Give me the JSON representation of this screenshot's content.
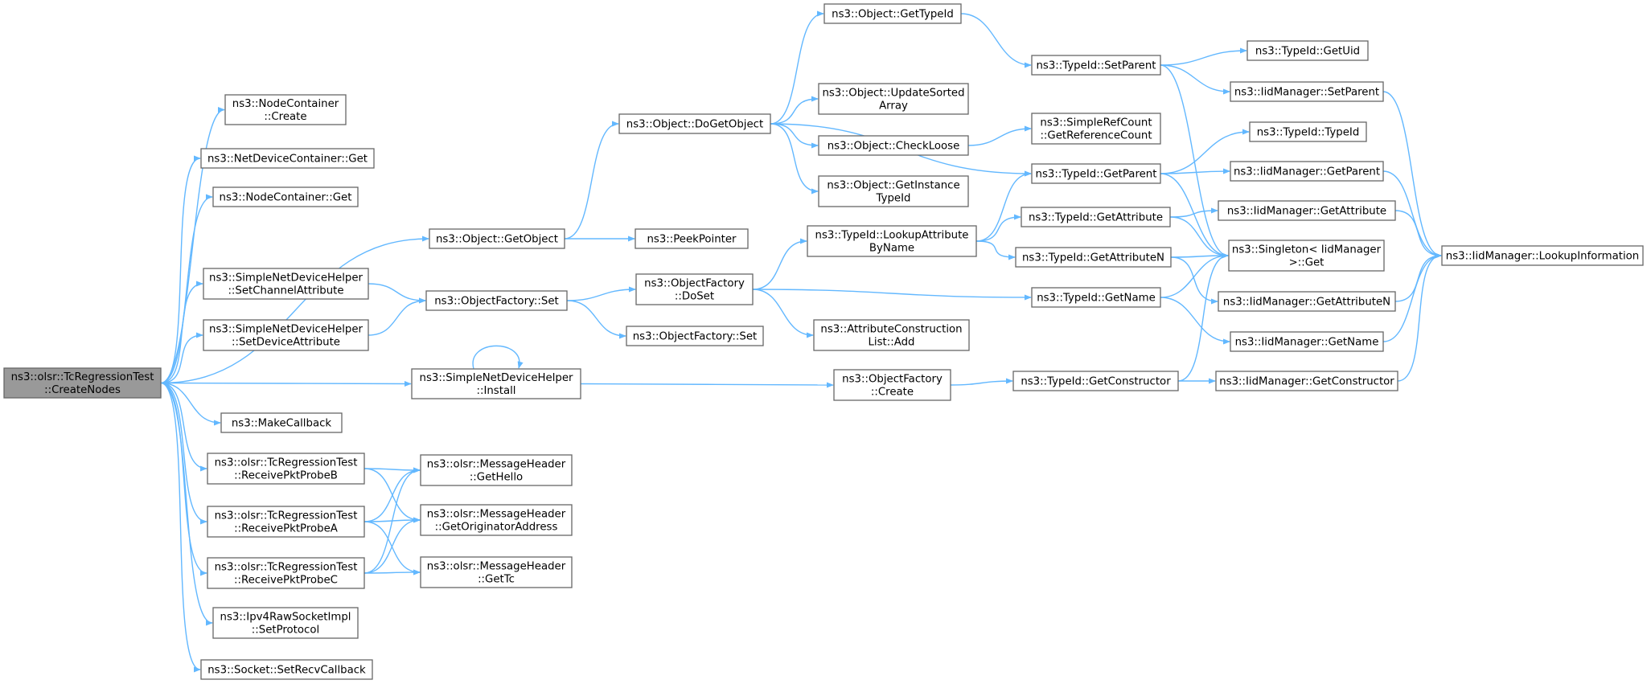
{
  "diagram": {
    "type": "call-graph",
    "colors": {
      "edge": "#63b8ff",
      "node_border": "#666666",
      "root_fill": "#999999",
      "node_fill": "#ffffff"
    },
    "nodes": [
      {
        "id": "root",
        "lines": [
          "ns3::olsr::TcRegressionTest",
          "::CreateNodes"
        ],
        "root": true
      },
      {
        "id": "nc_create",
        "lines": [
          "ns3::NodeContainer",
          "::Create"
        ]
      },
      {
        "id": "ndc_get",
        "lines": [
          "ns3::NetDeviceContainer::Get"
        ]
      },
      {
        "id": "nc_get",
        "lines": [
          "ns3::NodeContainer::Get"
        ]
      },
      {
        "id": "snd_setchan",
        "lines": [
          "ns3::SimpleNetDeviceHelper",
          "::SetChannelAttribute"
        ]
      },
      {
        "id": "snd_setdev",
        "lines": [
          "ns3::SimpleNetDeviceHelper",
          "::SetDeviceAttribute"
        ]
      },
      {
        "id": "make_cb",
        "lines": [
          "ns3::MakeCallback"
        ]
      },
      {
        "id": "rpb",
        "lines": [
          "ns3::olsr::TcRegressionTest",
          "::ReceivePktProbeB"
        ]
      },
      {
        "id": "rpa",
        "lines": [
          "ns3::olsr::TcRegressionTest",
          "::ReceivePktProbeA"
        ]
      },
      {
        "id": "rpc",
        "lines": [
          "ns3::olsr::TcRegressionTest",
          "::ReceivePktProbeC"
        ]
      },
      {
        "id": "ipv4_setproto",
        "lines": [
          "ns3::Ipv4RawSocketImpl",
          "::SetProtocol"
        ]
      },
      {
        "id": "sock_setrecv",
        "lines": [
          "ns3::Socket::SetRecvCallback"
        ]
      },
      {
        "id": "obj_getobject",
        "lines": [
          "ns3::Object::GetObject"
        ]
      },
      {
        "id": "of_set",
        "lines": [
          "ns3::ObjectFactory::Set"
        ]
      },
      {
        "id": "snd_install",
        "lines": [
          "ns3::SimpleNetDeviceHelper",
          "::Install"
        ]
      },
      {
        "id": "mh_gethello",
        "lines": [
          "ns3::olsr::MessageHeader",
          "::GetHello"
        ]
      },
      {
        "id": "mh_getorig",
        "lines": [
          "ns3::olsr::MessageHeader",
          "::GetOriginatorAddress"
        ]
      },
      {
        "id": "mh_gettc",
        "lines": [
          "ns3::olsr::MessageHeader",
          "::GetTc"
        ]
      },
      {
        "id": "obj_dogetobject",
        "lines": [
          "ns3::Object::DoGetObject"
        ]
      },
      {
        "id": "peekpointer",
        "lines": [
          "ns3::PeekPointer"
        ]
      },
      {
        "id": "of_doset",
        "lines": [
          "ns3::ObjectFactory",
          "::DoSet"
        ]
      },
      {
        "id": "of_set2",
        "lines": [
          "ns3::ObjectFactory::Set"
        ]
      },
      {
        "id": "of_create",
        "lines": [
          "ns3::ObjectFactory",
          "::Create"
        ]
      },
      {
        "id": "obj_gettypeid",
        "lines": [
          "ns3::Object::GetTypeId"
        ]
      },
      {
        "id": "obj_updatesorted",
        "lines": [
          "ns3::Object::UpdateSorted",
          "Array"
        ]
      },
      {
        "id": "obj_checkloose",
        "lines": [
          "ns3::Object::CheckLoose"
        ]
      },
      {
        "id": "obj_getinstance",
        "lines": [
          "ns3::Object::GetInstance",
          "TypeId"
        ]
      },
      {
        "id": "tid_lookupattr",
        "lines": [
          "ns3::TypeId::LookupAttribute",
          "ByName"
        ]
      },
      {
        "id": "acl_add",
        "lines": [
          "ns3::AttributeConstruction",
          "List::Add"
        ]
      },
      {
        "id": "tid_setparent",
        "lines": [
          "ns3::TypeId::SetParent"
        ]
      },
      {
        "id": "src_getrefcount",
        "lines": [
          "ns3::SimpleRefCount",
          "::GetReferenceCount"
        ]
      },
      {
        "id": "tid_getparent",
        "lines": [
          "ns3::TypeId::GetParent"
        ]
      },
      {
        "id": "tid_getattribute",
        "lines": [
          "ns3::TypeId::GetAttribute"
        ]
      },
      {
        "id": "tid_getattributen",
        "lines": [
          "ns3::TypeId::GetAttributeN"
        ]
      },
      {
        "id": "tid_getname",
        "lines": [
          "ns3::TypeId::GetName"
        ]
      },
      {
        "id": "tid_getconstructor",
        "lines": [
          "ns3::TypeId::GetConstructor"
        ]
      },
      {
        "id": "tid_getuid",
        "lines": [
          "ns3::TypeId::GetUid"
        ]
      },
      {
        "id": "iid_setparent",
        "lines": [
          "ns3::IidManager::SetParent"
        ]
      },
      {
        "id": "tid_typeid",
        "lines": [
          "ns3::TypeId::TypeId"
        ]
      },
      {
        "id": "iid_getparent",
        "lines": [
          "ns3::IidManager::GetParent"
        ]
      },
      {
        "id": "iid_getattribute",
        "lines": [
          "ns3::IidManager::GetAttribute"
        ]
      },
      {
        "id": "singleton_get",
        "lines": [
          "ns3::Singleton< IidManager",
          " >::Get"
        ]
      },
      {
        "id": "iid_getattributen",
        "lines": [
          "ns3::IidManager::GetAttributeN"
        ]
      },
      {
        "id": "iid_getname",
        "lines": [
          "ns3::IidManager::GetName"
        ]
      },
      {
        "id": "iid_getconstructor",
        "lines": [
          "ns3::IidManager::GetConstructor"
        ]
      },
      {
        "id": "iid_lookupinfo",
        "lines": [
          "ns3::IidManager::LookupInformation"
        ]
      }
    ],
    "edges": [
      [
        "root",
        "nc_create"
      ],
      [
        "root",
        "ndc_get"
      ],
      [
        "root",
        "nc_get"
      ],
      [
        "root",
        "obj_getobject"
      ],
      [
        "root",
        "snd_setchan"
      ],
      [
        "root",
        "snd_setdev"
      ],
      [
        "root",
        "snd_install"
      ],
      [
        "root",
        "make_cb"
      ],
      [
        "root",
        "rpb"
      ],
      [
        "root",
        "rpa"
      ],
      [
        "root",
        "rpc"
      ],
      [
        "root",
        "ipv4_setproto"
      ],
      [
        "root",
        "sock_setrecv"
      ],
      [
        "obj_getobject",
        "obj_dogetobject"
      ],
      [
        "obj_getobject",
        "peekpointer"
      ],
      [
        "snd_setchan",
        "of_set"
      ],
      [
        "snd_setdev",
        "of_set"
      ],
      [
        "of_set",
        "of_doset"
      ],
      [
        "of_set",
        "of_set2"
      ],
      [
        "snd_install",
        "snd_install"
      ],
      [
        "snd_install",
        "of_create"
      ],
      [
        "rpb",
        "mh_gethello"
      ],
      [
        "rpb",
        "mh_getorig"
      ],
      [
        "rpa",
        "mh_gethello"
      ],
      [
        "rpa",
        "mh_getorig"
      ],
      [
        "rpa",
        "mh_gettc"
      ],
      [
        "rpc",
        "mh_gethello"
      ],
      [
        "rpc",
        "mh_getorig"
      ],
      [
        "rpc",
        "mh_gettc"
      ],
      [
        "obj_dogetobject",
        "obj_gettypeid"
      ],
      [
        "obj_dogetobject",
        "tid_getparent"
      ],
      [
        "obj_dogetobject",
        "obj_updatesorted"
      ],
      [
        "obj_dogetobject",
        "obj_checkloose"
      ],
      [
        "obj_dogetobject",
        "obj_getinstance"
      ],
      [
        "obj_gettypeid",
        "tid_setparent"
      ],
      [
        "obj_checkloose",
        "src_getrefcount"
      ],
      [
        "of_doset",
        "tid_lookupattr"
      ],
      [
        "of_doset",
        "tid_getname"
      ],
      [
        "of_doset",
        "acl_add"
      ],
      [
        "tid_lookupattr",
        "tid_getparent"
      ],
      [
        "tid_lookupattr",
        "tid_getattribute"
      ],
      [
        "tid_lookupattr",
        "tid_getattributen"
      ],
      [
        "of_create",
        "tid_getconstructor"
      ],
      [
        "tid_setparent",
        "tid_getuid"
      ],
      [
        "tid_setparent",
        "iid_setparent"
      ],
      [
        "tid_setparent",
        "singleton_get"
      ],
      [
        "tid_getparent",
        "tid_typeid"
      ],
      [
        "tid_getparent",
        "iid_getparent"
      ],
      [
        "tid_getparent",
        "singleton_get"
      ],
      [
        "tid_getattribute",
        "iid_getattribute"
      ],
      [
        "tid_getattribute",
        "singleton_get"
      ],
      [
        "tid_getattributen",
        "singleton_get"
      ],
      [
        "tid_getattributen",
        "iid_getattributen"
      ],
      [
        "tid_getname",
        "singleton_get"
      ],
      [
        "tid_getname",
        "iid_getname"
      ],
      [
        "tid_getconstructor",
        "singleton_get"
      ],
      [
        "tid_getconstructor",
        "iid_getconstructor"
      ],
      [
        "iid_setparent",
        "iid_lookupinfo"
      ],
      [
        "iid_getparent",
        "iid_lookupinfo"
      ],
      [
        "iid_getattribute",
        "iid_lookupinfo"
      ],
      [
        "iid_getattributen",
        "iid_lookupinfo"
      ],
      [
        "iid_getname",
        "iid_lookupinfo"
      ],
      [
        "iid_getconstructor",
        "iid_lookupinfo"
      ]
    ]
  }
}
